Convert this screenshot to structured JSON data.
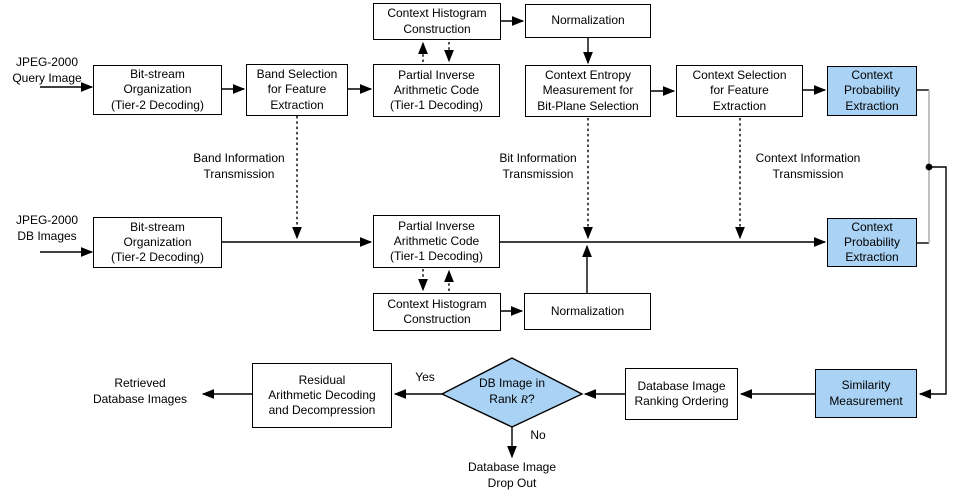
{
  "colors": {
    "highlight_fill": "#a9d2f4",
    "box_border": "#000000",
    "line": "#000000",
    "gray_line": "#b3b3b3"
  },
  "labels": {
    "query_input": "JPEG-2000\nQuery Image",
    "db_input": "JPEG-2000\nDB Images",
    "band_info": "Band Information\nTransmission",
    "bit_info": "Bit Information\nTransmission",
    "context_info": "Context Information\nTransmission",
    "retrieved": "Retrieved\nDatabase Images",
    "yes": "Yes",
    "no": "No",
    "drop_out": "Database Image\nDrop Out"
  },
  "nodes": {
    "bitstream_org": "Bit-stream\nOrganization\n(Tier-2 Decoding)",
    "band_selection": "Band Selection\nfor Feature\nExtraction",
    "partial_inverse": "Partial Inverse\nArithmetic Code\n(Tier-1 Decoding)",
    "context_histogram": "Context Histogram\nConstruction",
    "normalization": "Normalization",
    "context_entropy": "Context Entropy\nMeasurement for\nBit-Plane Selection",
    "context_selection": "Context Selection\nfor Feature\nExtraction",
    "context_probability": "Context\nProbability\nExtraction",
    "similarity": "Similarity\nMeasurement",
    "db_ranking": "Database Image\nRanking Ordering",
    "residual": "Residual\nArithmetic Decoding\nand Decompression"
  },
  "decision": {
    "line1": "DB Image in",
    "rank_prefix": "Rank ",
    "rank_var": "R",
    "rank_suffix": "?"
  }
}
